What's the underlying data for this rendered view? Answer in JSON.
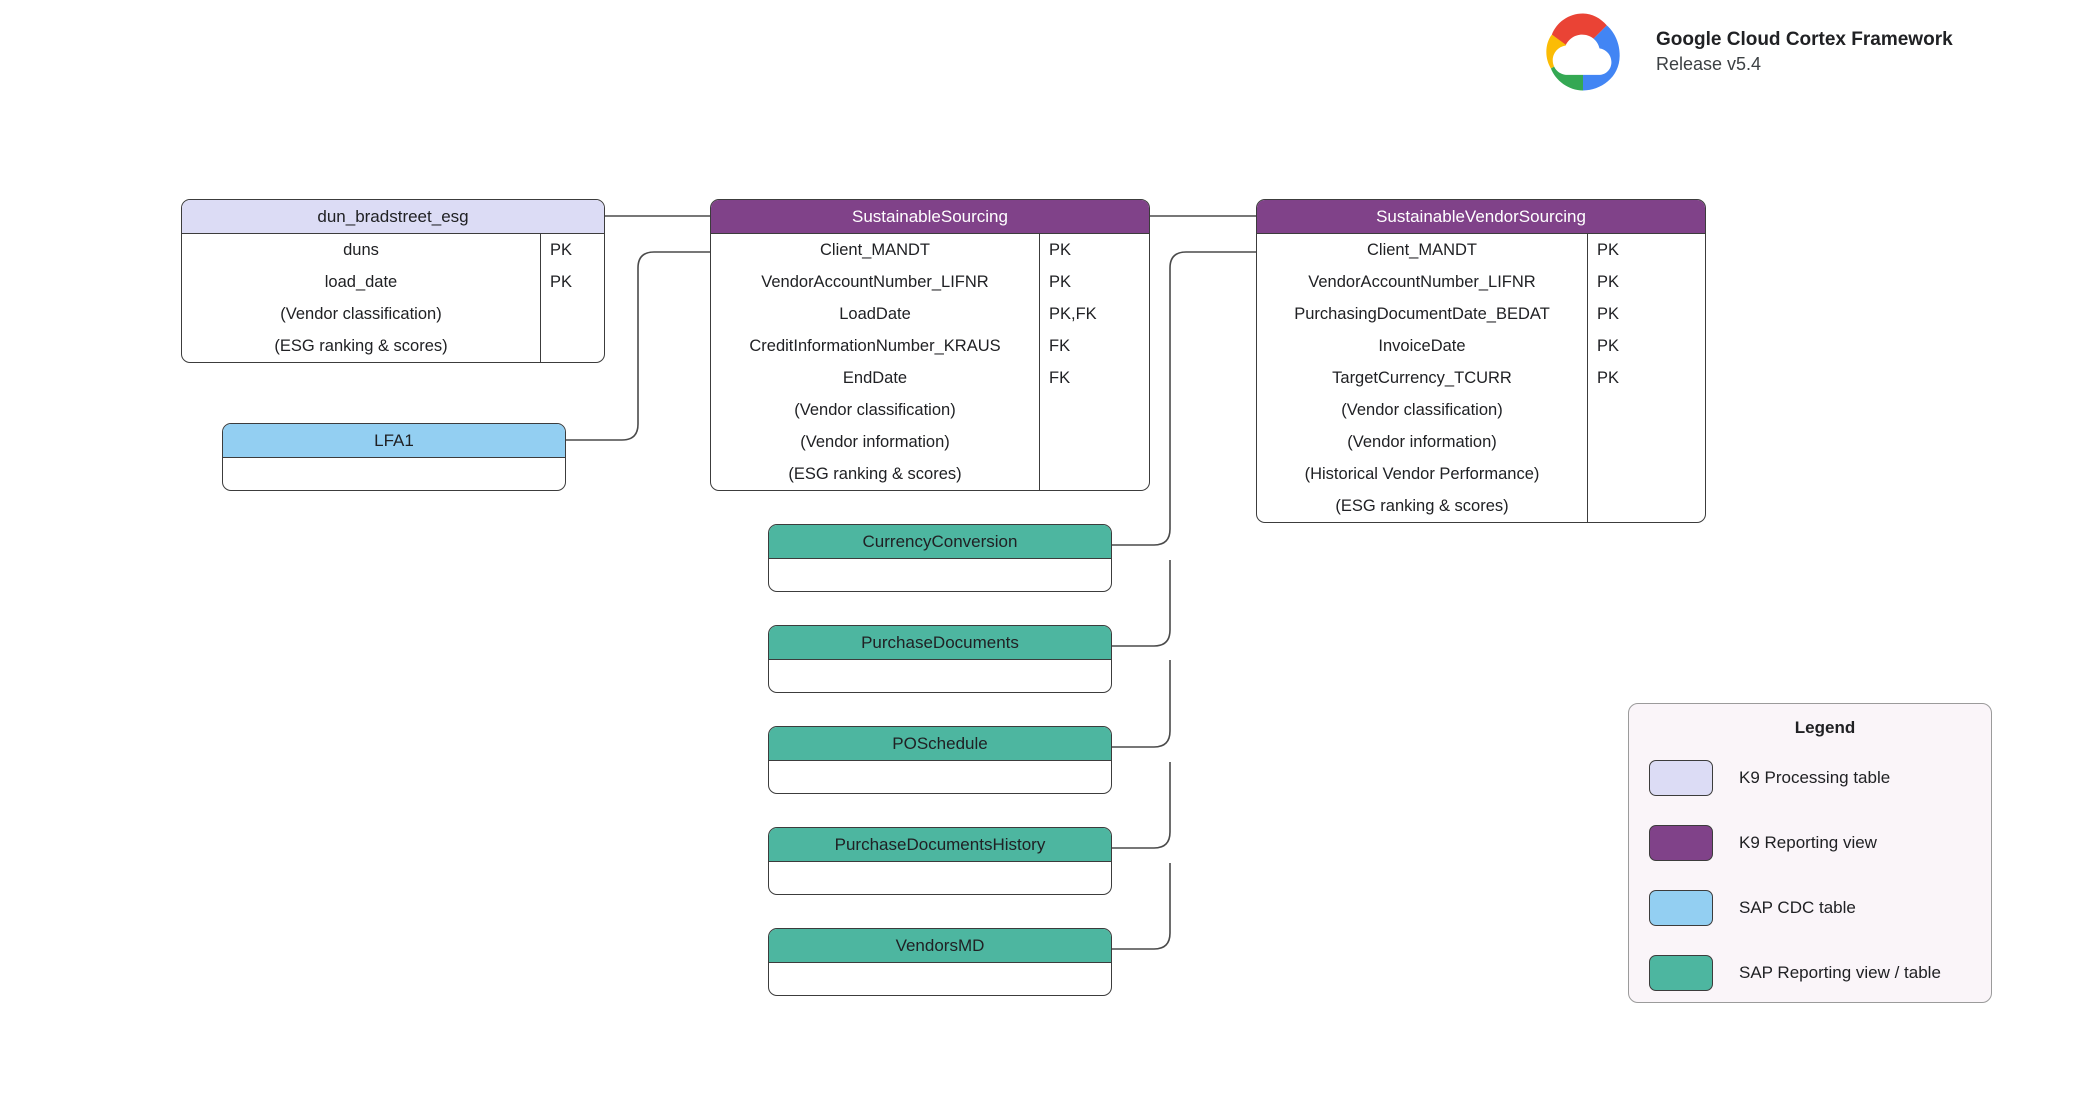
{
  "brand": {
    "logo_icon": "google-cloud-logo",
    "title": "Google Cloud Cortex Framework",
    "release": "Release v5.4"
  },
  "colors": {
    "k9_processing_table": "#dcdcf5",
    "k9_reporting_view": "#804289",
    "sap_cdc_table": "#93cff2",
    "sap_reporting_view": "#4db6a0",
    "border": "#3c3c3c",
    "connector": "#4a4a4a",
    "legend_background": "#faf5f9"
  },
  "entities": {
    "dun_bradstreet_esg": {
      "title": "dun_bradstreet_esg",
      "type": "K9 Processing table",
      "fields": [
        {
          "name": "duns",
          "key": "PK"
        },
        {
          "name": "load_date",
          "key": "PK"
        },
        {
          "name": "(Vendor classification)",
          "key": ""
        },
        {
          "name": "(ESG ranking & scores)",
          "key": ""
        }
      ]
    },
    "sustainable_sourcing": {
      "title": "SustainableSourcing",
      "type": "K9 Reporting view",
      "fields": [
        {
          "name": "Client_MANDT",
          "key": "PK"
        },
        {
          "name": "VendorAccountNumber_LIFNR",
          "key": "PK"
        },
        {
          "name": "LoadDate",
          "key": "PK,FK"
        },
        {
          "name": "CreditInformationNumber_KRAUS",
          "key": "FK"
        },
        {
          "name": "EndDate",
          "key": "FK"
        },
        {
          "name": "(Vendor classification)",
          "key": ""
        },
        {
          "name": "(Vendor information)",
          "key": ""
        },
        {
          "name": "(ESG ranking & scores)",
          "key": ""
        }
      ]
    },
    "sustainable_vendor_sourcing": {
      "title": "SustainableVendorSourcing",
      "type": "K9 Reporting view",
      "fields": [
        {
          "name": "Client_MANDT",
          "key": "PK"
        },
        {
          "name": "VendorAccountNumber_LIFNR",
          "key": "PK"
        },
        {
          "name": "PurchasingDocumentDate_BEDAT",
          "key": "PK"
        },
        {
          "name": "InvoiceDate",
          "key": "PK"
        },
        {
          "name": "TargetCurrency_TCURR",
          "key": "PK"
        },
        {
          "name": "(Vendor classification)",
          "key": ""
        },
        {
          "name": "(Vendor information)",
          "key": ""
        },
        {
          "name": "(Historical Vendor Performance)",
          "key": ""
        },
        {
          "name": "(ESG ranking & scores)",
          "key": ""
        }
      ]
    },
    "lfa1": {
      "title": "LFA1",
      "type": "SAP CDC table",
      "fields": []
    },
    "currency_conversion": {
      "title": "CurrencyConversion",
      "type": "SAP Reporting view / table",
      "fields": []
    },
    "purchase_documents": {
      "title": "PurchaseDocuments",
      "type": "SAP Reporting view / table",
      "fields": []
    },
    "po_schedule": {
      "title": "POSchedule",
      "type": "SAP Reporting view / table",
      "fields": []
    },
    "purchase_documents_history": {
      "title": "PurchaseDocumentsHistory",
      "type": "SAP Reporting view / table",
      "fields": []
    },
    "vendors_md": {
      "title": "VendorsMD",
      "type": "SAP Reporting view / table",
      "fields": []
    }
  },
  "legend": {
    "title": "Legend",
    "items": [
      {
        "label": "K9 Processing table",
        "color": "#dcdcf5"
      },
      {
        "label": "K9 Reporting view",
        "color": "#804289"
      },
      {
        "label": "SAP CDC table",
        "color": "#93cff2"
      },
      {
        "label": "SAP Reporting view / table",
        "color": "#4db6a0"
      }
    ]
  }
}
